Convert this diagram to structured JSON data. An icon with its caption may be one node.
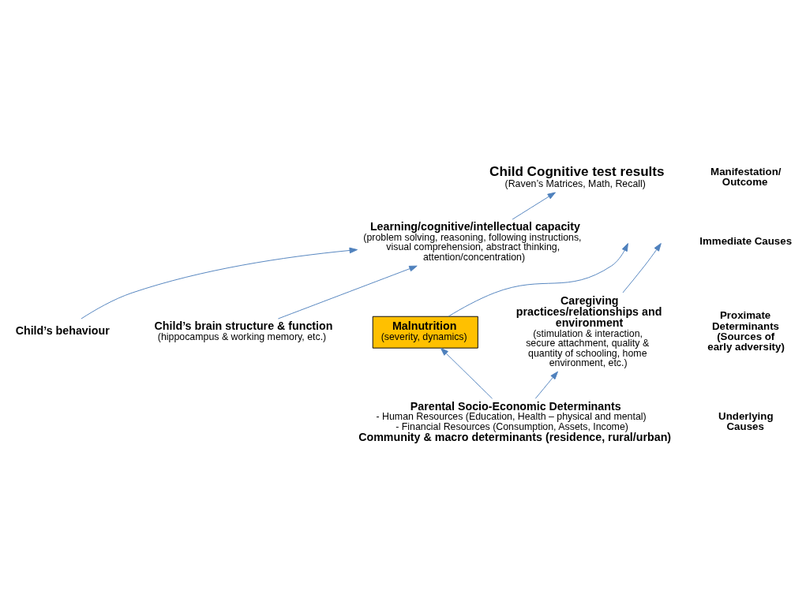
{
  "diagram": {
    "nodes": [
      {
        "text": [
          "Child Cognitive test results",
          "(Raven’s Matrices, Math, Recall)"
        ]
      },
      {
        "text": [
          "Learning/cognitive/intellectual capacity",
          "(problem solving, reasoning, following instructions, visual comprehension, abstract thinking, attention/concentration)"
        ]
      },
      {
        "text": [
          "Child’s behaviour"
        ]
      },
      {
        "text": [
          "Child’s brain structure & function",
          "(hippocampus & working memory, etc.)"
        ]
      },
      {
        "text": [
          "Caregiving practices/relationships and environment",
          "(stimulation & interaction, secure attachment, quality & quantity of schooling, home environment, etc.)"
        ]
      },
      {
        "text": [
          "Malnutrition",
          "(severity, dynamics)"
        ]
      },
      {
        "text": [
          "Parental Socio-Economic Determinants",
          "- Human Resources (Education, Health – physical and mental)",
          "- Financial Resources (Consumption, Assets, Income)",
          "Community & macro determinants (residence, rural/urban)"
        ]
      }
    ],
    "edges": [
      {
        "from": 1,
        "to": 0,
        "arrow": "to"
      },
      {
        "from": 2,
        "to": 1,
        "arrow": "to"
      },
      {
        "from": 3,
        "to": 1,
        "arrow": "to"
      },
      {
        "from": 4,
        "to": null,
        "arrow": "to"
      },
      {
        "from": 5,
        "to": null,
        "arrow": "to"
      },
      {
        "from": 6,
        "to": 4,
        "arrow": "to"
      },
      {
        "from": 6,
        "to": 5,
        "arrow": "to"
      }
    ],
    "labels": [
      "Manifestation/ Outcome",
      "Immediate Causes",
      "Proximate Determinants (Sources of early adversity)",
      "Underlying Causes"
    ]
  }
}
